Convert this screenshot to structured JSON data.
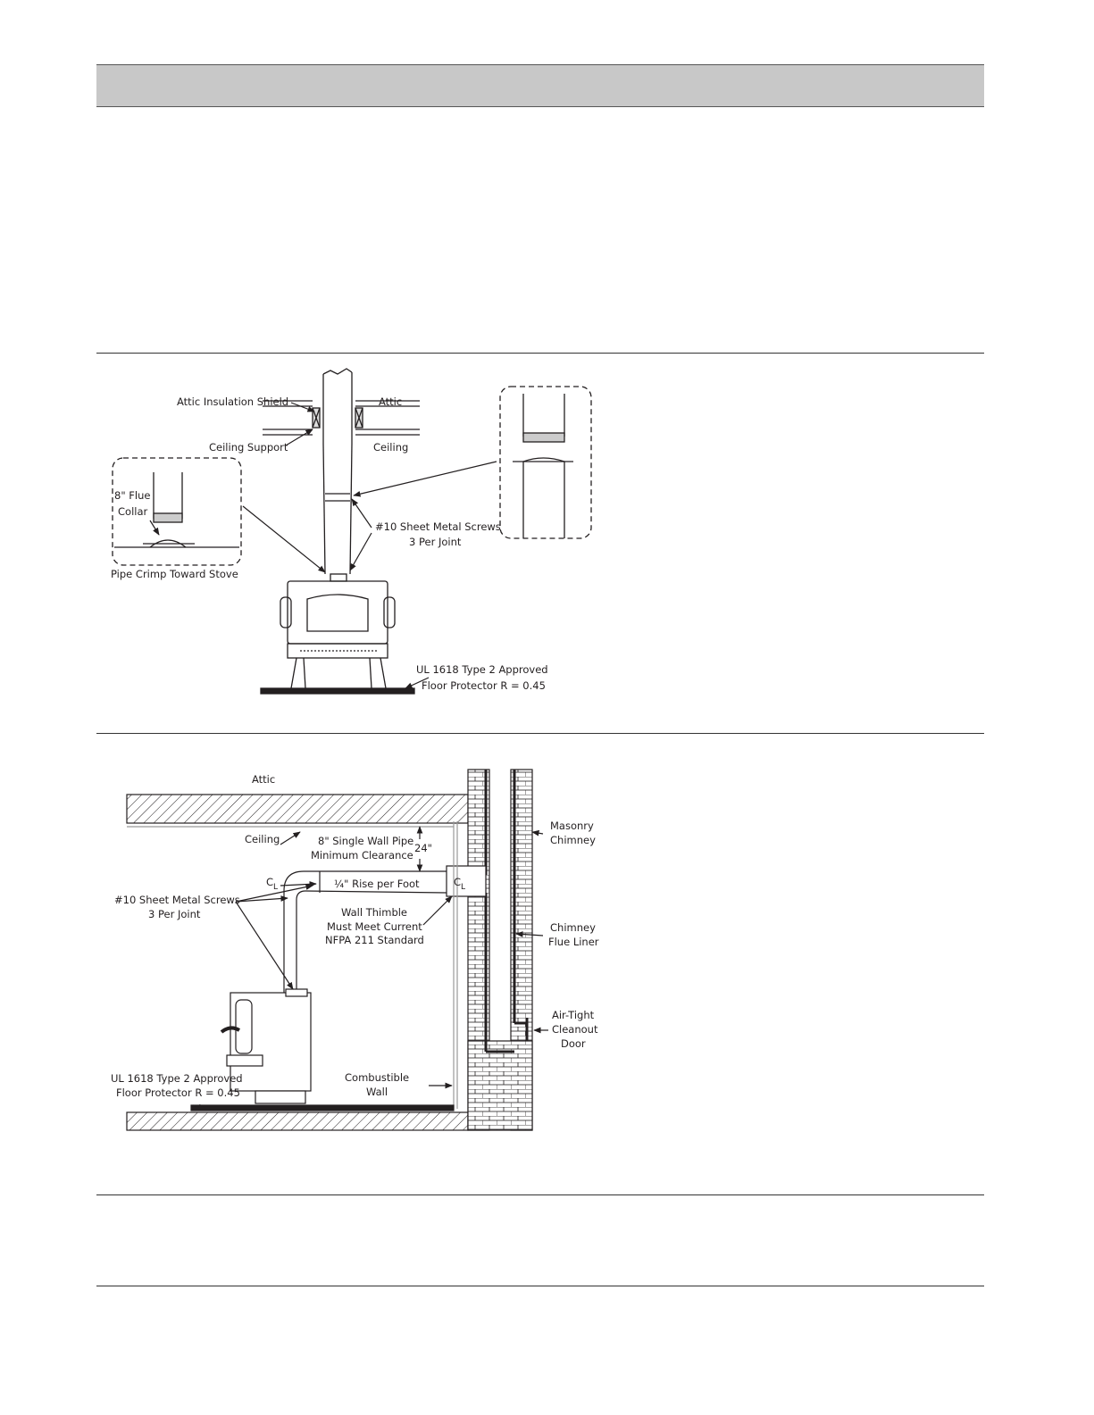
{
  "diagram1": {
    "attic_insulation_shield": "Attic Insulation Shield",
    "attic": "Attic",
    "ceiling_support": "Ceiling Support",
    "ceiling": "Ceiling",
    "flue_collar_line1": "8\" Flue",
    "flue_collar_line2": "Collar",
    "screws_line1": "#10 Sheet Metal Screws",
    "screws_line2": "3 Per Joint",
    "pipe_crimp": "Pipe Crimp Toward Stove",
    "floor_protector_line1": "UL 1618 Type 2 Approved",
    "floor_protector_line2": "Floor Protector R = 0.45"
  },
  "diagram2": {
    "attic": "Attic",
    "ceiling": "Ceiling",
    "pipe_line1": "8\" Single Wall Pipe",
    "pipe_line2": "Minimum Clearance",
    "clearance": "24\"",
    "rise": "¼\" Rise per Foot",
    "centerline": "C",
    "centerline_sub": "L",
    "screws_line1": "#10 Sheet Metal Screws",
    "screws_line2": "3 Per Joint",
    "thimble_line1": "Wall Thimble",
    "thimble_line2": "Must Meet Current",
    "thimble_line3": "NFPA 211 Standard",
    "masonry_line1": "Masonry",
    "masonry_line2": "Chimney",
    "liner_line1": "Chimney",
    "liner_line2": "Flue Liner",
    "cleanout_line1": "Air-Tight",
    "cleanout_line2": "Cleanout",
    "cleanout_line3": "Door",
    "combustible_line1": "Combustible",
    "combustible_line2": "Wall",
    "floor_line1": "UL 1618 Type 2 Approved",
    "floor_line2": "Floor Protector R = 0.45"
  }
}
